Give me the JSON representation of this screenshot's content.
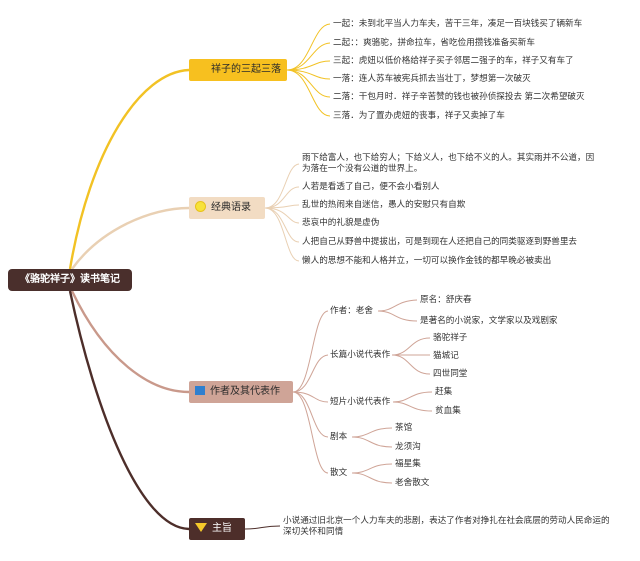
{
  "root": {
    "label": "《骆驼祥子》读书笔记"
  },
  "branch1": {
    "label": "祥子的三起三落",
    "items": [
      "一起：未到北平当人力车夫，苦干三年，凑足一百块钱买了辆新车",
      "二起：：爽骆驼，拼命拉车，省吃俭用攒钱准备买新车",
      "三起：虎妞以低价格给祥子买子邻居二强子的车，祥子又有车了",
      "一落：连人苏车被宪兵抓去当壮丁，梦想第一次破灭",
      "二落：干包月时．祥子辛苦赞的钱也被孙侦探投去 第二次希望破灭",
      "三落．为了置办虎妞的丧事，祥子又卖掉了车"
    ]
  },
  "branch2": {
    "label": "经典语录",
    "items": [
      "雨下给富人，也下给穷人；下给义人，也下给不义的人。其实雨并不公道，因为落在一个没有公道的世界上。",
      "人若是看透了自己，便不会小看别人",
      "乱世的热闹来自迷信，愚人的安慰只有自欺",
      "悲哀中的礼貌是虚伪",
      "人把自己从野兽中提拔出，可是到现在人还把自己的同类驱逐到野兽里去",
      "懒人的思想不能和人格并立，一切可以换作金钱的都早晚必被卖出"
    ]
  },
  "branch3": {
    "label": "作者及其代表作",
    "author": {
      "label": "作者：老舍",
      "items": [
        "原名：舒庆春",
        "是著名的小说家，文学家以及戏剧家"
      ]
    },
    "novels": {
      "label": "长篇小说代表作",
      "items": [
        "骆驼祥子",
        "猫城记",
        "四世同堂"
      ]
    },
    "stories": {
      "label": "短片小说代表作",
      "items": [
        "赶集",
        "贫血集"
      ]
    },
    "plays": {
      "label": "剧本",
      "items": [
        "茶馆",
        "龙须沟"
      ]
    },
    "essays": {
      "label": "散文",
      "items": [
        "福星集",
        "老舍散文"
      ]
    }
  },
  "branch4": {
    "label": "主旨",
    "text": "小说通过旧北京一个人力车夫的悲剧，表达了作者对挣扎在社会底层的劳动人民命运的深切关怀和同情"
  }
}
